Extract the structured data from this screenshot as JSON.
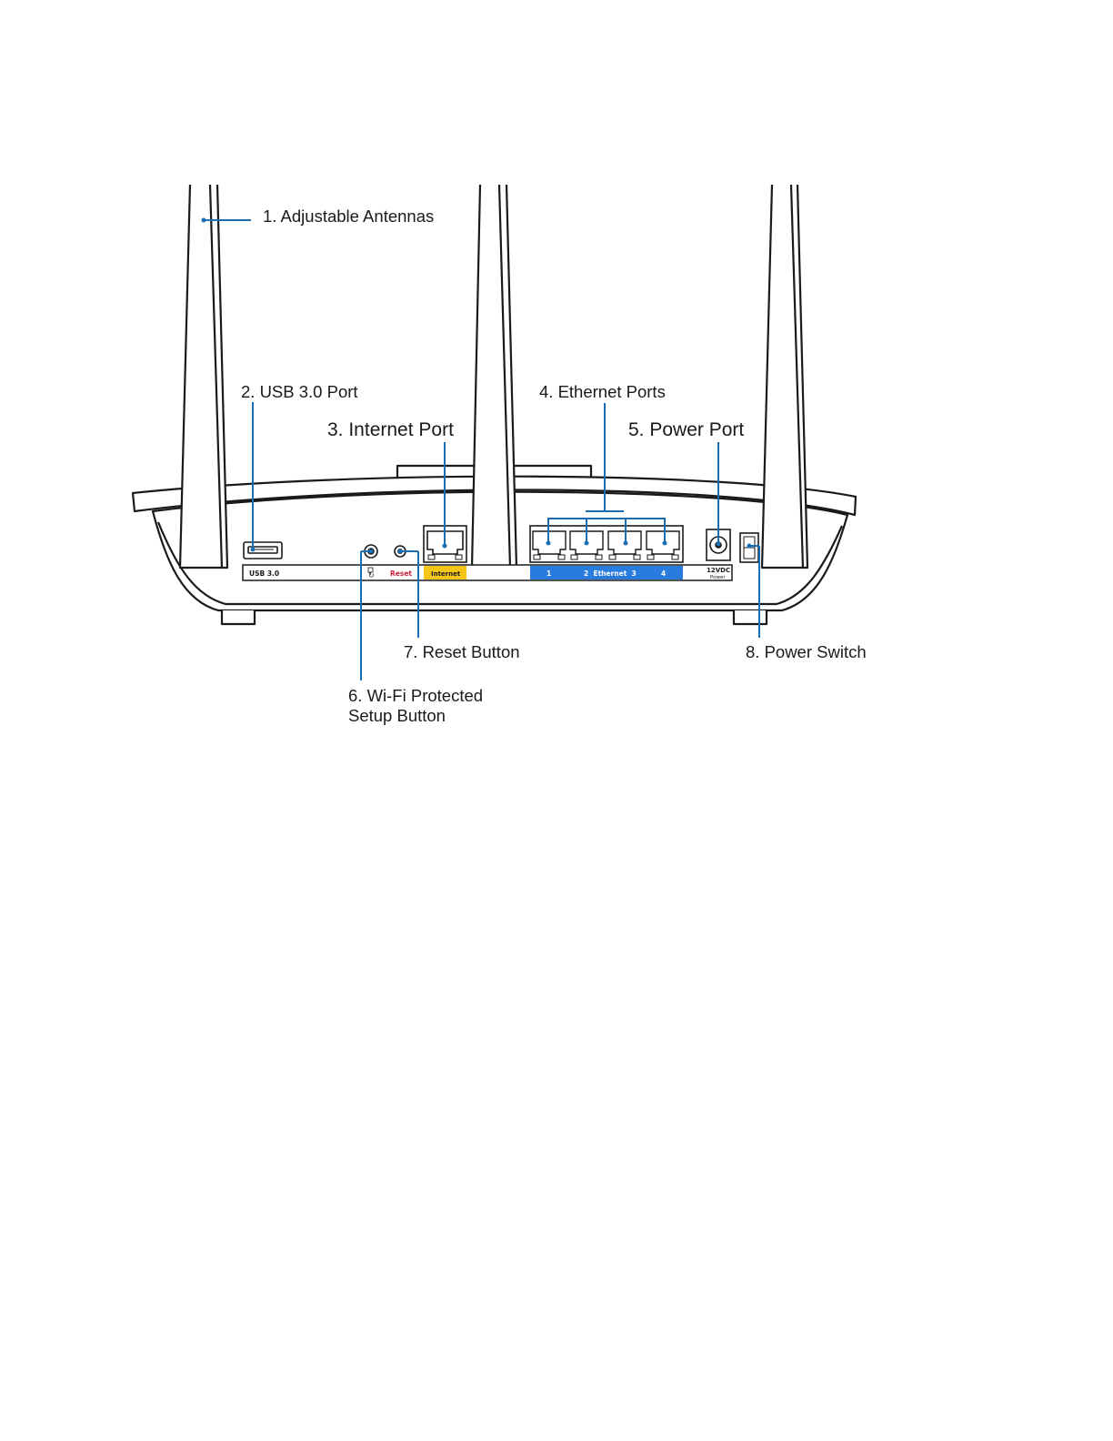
{
  "callouts": {
    "antennas": "1. Adjustable Antennas",
    "usb": "2. USB 3.0 Port",
    "internet": "3. Internet Port",
    "ethernet": "4. Ethernet Ports",
    "power_port": "5. Power Port",
    "wps_line1": "6. Wi-Fi Protected",
    "wps_line2": "Setup Button",
    "reset": "7. Reset Button",
    "power_switch": "8. Power Switch"
  },
  "panel_labels": {
    "usb": "USB 3.0",
    "reset": "Reset",
    "internet": "Internet",
    "eth_1": "1",
    "eth_2_3": "2  Ethernet  3",
    "eth_4": "4",
    "power_volt": "12VDC",
    "power_word": "Power"
  },
  "colors": {
    "callout_line": "#1a6fb4",
    "internet_strip": "#f5c518",
    "ethernet_strip": "#2a7bde",
    "reset_text": "#d0203a",
    "router_outline": "#1a1a1a"
  }
}
